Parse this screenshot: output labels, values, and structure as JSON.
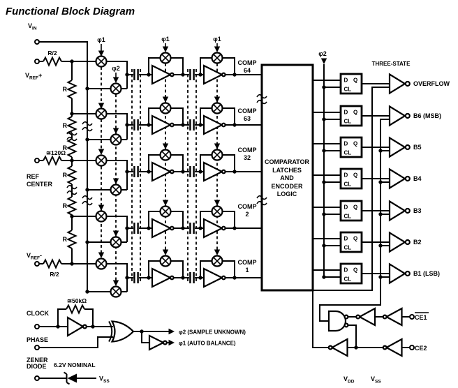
{
  "title": "Functional Block Diagram",
  "colors": {
    "ink": "#000000",
    "background": "#ffffff"
  },
  "terminals": {
    "vin": {
      "base": "V",
      "sub": "IN"
    },
    "vref_plus": {
      "base": "V",
      "sub": "REF",
      "suffix": "+"
    },
    "ref_center": {
      "line1": "REF",
      "line2": "CENTER"
    },
    "vref_minus": {
      "base": "V",
      "sub": "REF",
      "suffix": "-"
    },
    "clock": "CLOCK",
    "phase": "PHASE",
    "zener_line1": "ZENER",
    "zener_line2": "DIODE",
    "zener_note": "6.2V NOMINAL",
    "zener_rail": {
      "base": "V",
      "sub": "SS"
    },
    "ce1": "CE1",
    "ce2": "CE2"
  },
  "resistors": {
    "r": "R",
    "r_half": "R/2",
    "r_120": "≅120Ω",
    "r_50k": "≅50kΩ"
  },
  "phases": {
    "phi1": "φ1",
    "phi2": "φ2",
    "phi2_out": "φ2 (SAMPLE UNKNOWN)",
    "phi1_out": "φ1 (AUTO BALANCE)"
  },
  "comparators": [
    {
      "line1": "COMP",
      "line2": "64"
    },
    {
      "line1": "COMP",
      "line2": "63"
    },
    {
      "line1": "COMP",
      "line2": "32"
    },
    {
      "line1": "COMP",
      "line2": "2"
    },
    {
      "line1": "COMP",
      "line2": "1"
    }
  ],
  "encoder": {
    "lines": [
      "COMPARATOR",
      "LATCHES",
      "AND",
      "ENCODER",
      "LOGIC"
    ]
  },
  "latch": {
    "d": "D",
    "q": "Q",
    "cl": "CL"
  },
  "three_state": "THREE-STATE",
  "outputs": [
    "OVERFLOW",
    "B6 (MSB)",
    "B5",
    "B4",
    "B3",
    "B2",
    "B1 (LSB)"
  ],
  "power": {
    "vdd": {
      "base": "V",
      "sub": "DD"
    },
    "vss": {
      "base": "V",
      "sub": "SS"
    }
  }
}
